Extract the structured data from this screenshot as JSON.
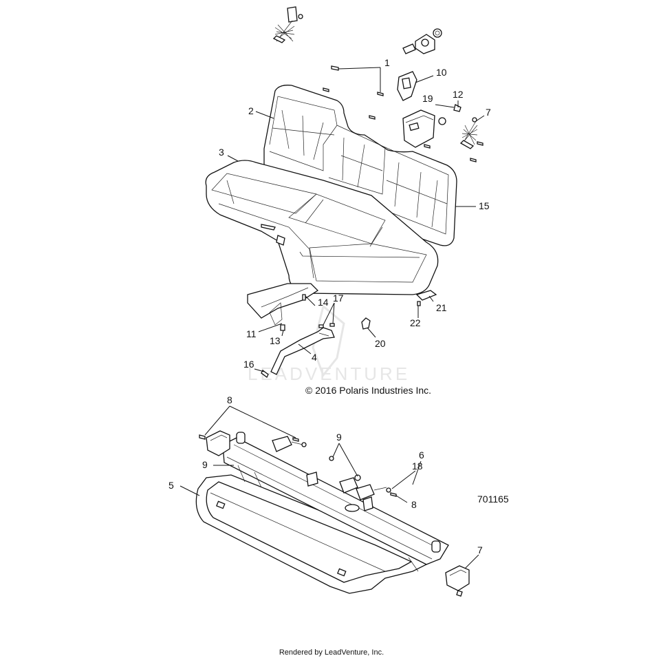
{
  "diagram": {
    "copyright": "© 2016 Polaris Industries Inc.",
    "drawing_number": "701165",
    "watermark": "LEADVENTURE",
    "footer": "Rendered by LeadVenture, Inc.",
    "callouts": {
      "c1": "1",
      "c2": "2",
      "c3": "3",
      "c4": "4",
      "c5": "5",
      "c6": "6",
      "c7a": "7",
      "c7b": "7",
      "c8a": "8",
      "c8b": "8",
      "c9a": "9",
      "c9b": "9",
      "c10": "10",
      "c11": "11",
      "c12": "12",
      "c13": "13",
      "c14": "14",
      "c15": "15",
      "c16": "16",
      "c17": "17",
      "c18": "18",
      "c19": "19",
      "c20": "20",
      "c21": "21",
      "c22": "22"
    }
  }
}
